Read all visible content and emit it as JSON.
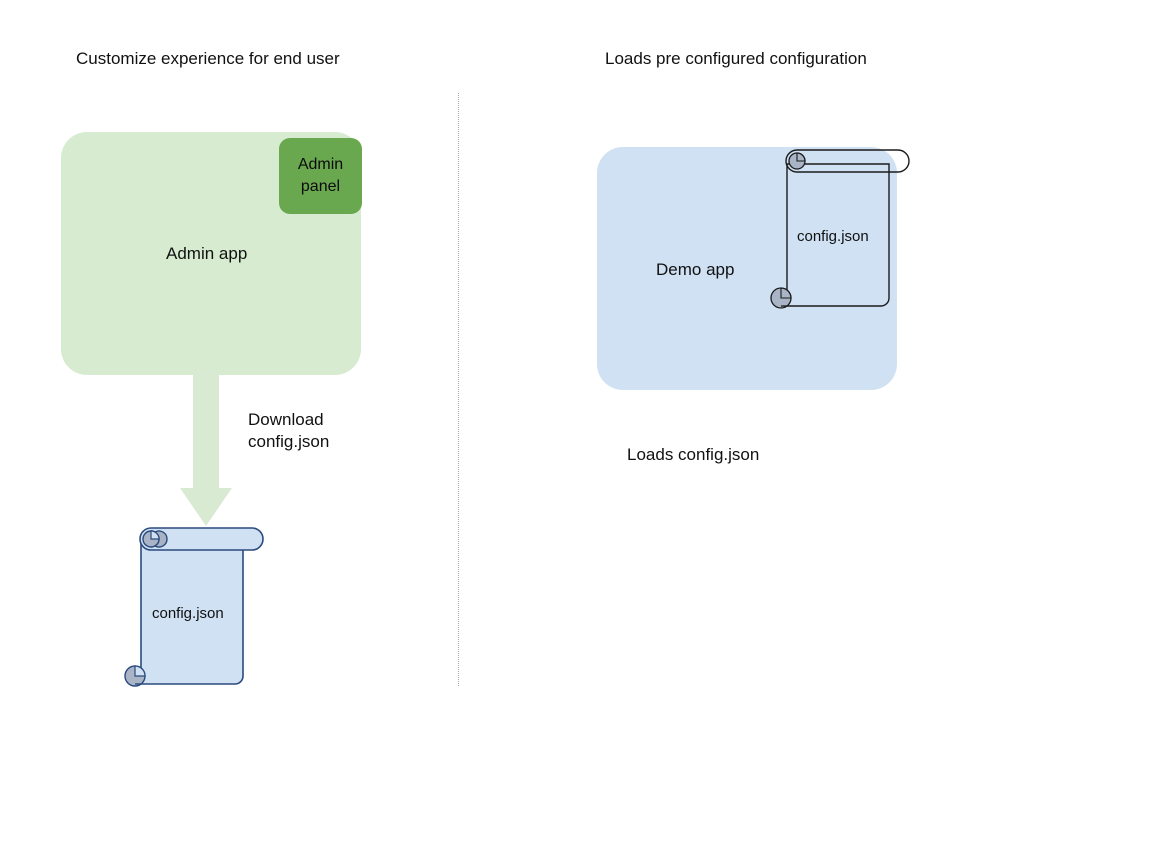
{
  "diagram": {
    "title_left": "Customize experience for end user",
    "title_right": "Loads pre configured configuration",
    "left_panel": {
      "app_label": "Admin app",
      "app_color": "#d7ebd1",
      "chip_label": "Admin\npanel",
      "chip_color": "#69a84f",
      "arrow_label": "Download\nconfig.json",
      "arrow_color": "#d9ead3",
      "document_label": "config.json",
      "document_fill": "#cfe1f3",
      "document_stroke": "#2b4a7d"
    },
    "right_panel": {
      "app_label": "Demo app",
      "app_color": "#cfe1f3",
      "document_label": "config.json",
      "document_fill": "none",
      "document_stroke": "#1b1b1b",
      "caption": "Loads config.json"
    },
    "divider": {
      "style": "dotted",
      "color": "#9a9a9a"
    }
  }
}
